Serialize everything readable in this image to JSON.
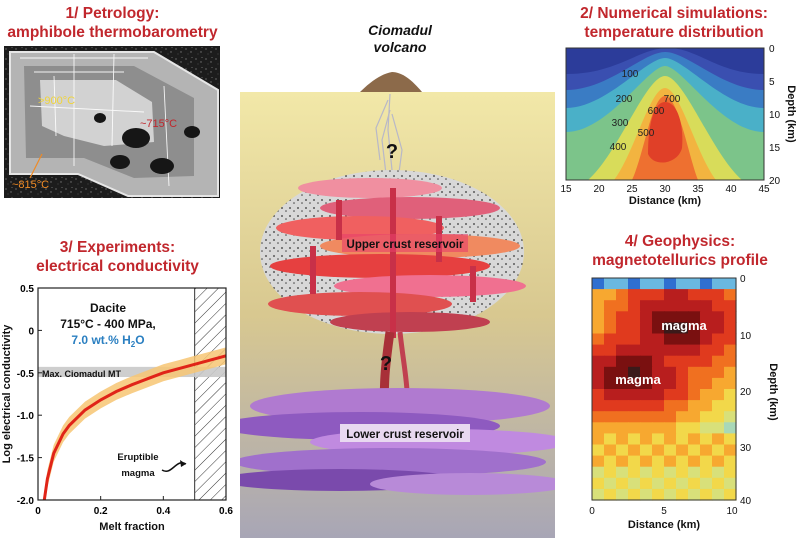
{
  "panels": {
    "petrology": {
      "title_line1": "1/ Petrology:",
      "title_line2": "amphibole thermobarometry",
      "labels": {
        "high": ">900°C",
        "mid": "~715°C",
        "low": "~815°C"
      }
    },
    "volcano": {
      "title_line1": "Ciomadul",
      "title_line2": "volcano",
      "upper_label": "Upper crust reservoir",
      "lower_label": "Lower crust reservoir",
      "question": "?"
    },
    "simulation": {
      "title_line1": "2/ Numerical simulations:",
      "title_line2": "temperature distribution",
      "xlabel": "Distance (km)",
      "ylabel": "Depth (km)",
      "x_ticks": [
        "15",
        "20",
        "25",
        "30",
        "35",
        "40",
        "45"
      ],
      "y_ticks": [
        "0",
        "5",
        "10",
        "15",
        "20"
      ],
      "contours": [
        "100",
        "200",
        "300",
        "400",
        "500",
        "600",
        "700"
      ]
    },
    "experiments": {
      "title_line1": "3/ Experiments:",
      "title_line2": "electrical conductivity",
      "ylabel": "Log electrical conductivity",
      "xlabel": "Melt fraction",
      "x_ticks": [
        "0",
        "0.2",
        "0.4",
        "0.6"
      ],
      "y_ticks": [
        "0.5",
        "0",
        "-0.5",
        "-1.0",
        "-1.5",
        "-2.0"
      ],
      "sample": "Dacite",
      "conditions": "715°C - 400 MPa,",
      "water": "7.0 wt.% H",
      "water_sub": "2",
      "water_tail": "O",
      "mt_band": "Max. Ciomadul MT",
      "eruptible_line1": "Eruptible",
      "eruptible_line2": "magma"
    },
    "geophysics": {
      "title_line1": "4/ Geophysics:",
      "title_line2": "magnetotellurics profile",
      "xlabel": "Distance (km)",
      "ylabel": "Depth (km)",
      "x_ticks": [
        "0",
        "5",
        "10"
      ],
      "y_ticks": [
        "0",
        "10",
        "20",
        "30",
        "40"
      ],
      "magma_upper": "magma",
      "magma_lower": "magma"
    }
  },
  "chart_data": [
    {
      "type": "line",
      "panel": "experiments",
      "xlabel": "Melt fraction",
      "ylabel": "Log electrical conductivity",
      "xlim": [
        0,
        0.6
      ],
      "ylim": [
        -2.0,
        0.5
      ],
      "x_ticks": [
        0,
        0.2,
        0.4,
        0.6
      ],
      "y_ticks": [
        0.5,
        0,
        -0.5,
        -1.0,
        -1.5,
        -2.0
      ],
      "series": [
        {
          "color": "#e02418",
          "x": [
            0.02,
            0.03,
            0.05,
            0.08,
            0.1,
            0.15,
            0.2,
            0.25,
            0.3,
            0.35,
            0.4,
            0.45,
            0.5,
            0.55,
            0.6
          ],
          "y": [
            -2.0,
            -1.75,
            -1.45,
            -1.22,
            -1.12,
            -0.94,
            -0.82,
            -0.72,
            -0.64,
            -0.57,
            -0.5,
            -0.45,
            -0.4,
            -0.35,
            -0.3
          ],
          "band_half_width": 0.1
        }
      ],
      "mt_band": [
        -0.55,
        -0.43
      ],
      "eruptible_range": [
        0.5,
        0.6
      ]
    }
  ],
  "colors": {
    "title_red": "#c1272d",
    "conductivity_line": "#e02418",
    "uncertainty_band": "#f7c673",
    "water_blue": "#2a7fc1",
    "petrology_high": "#f0d43a",
    "petrology_low": "#f08a24"
  }
}
